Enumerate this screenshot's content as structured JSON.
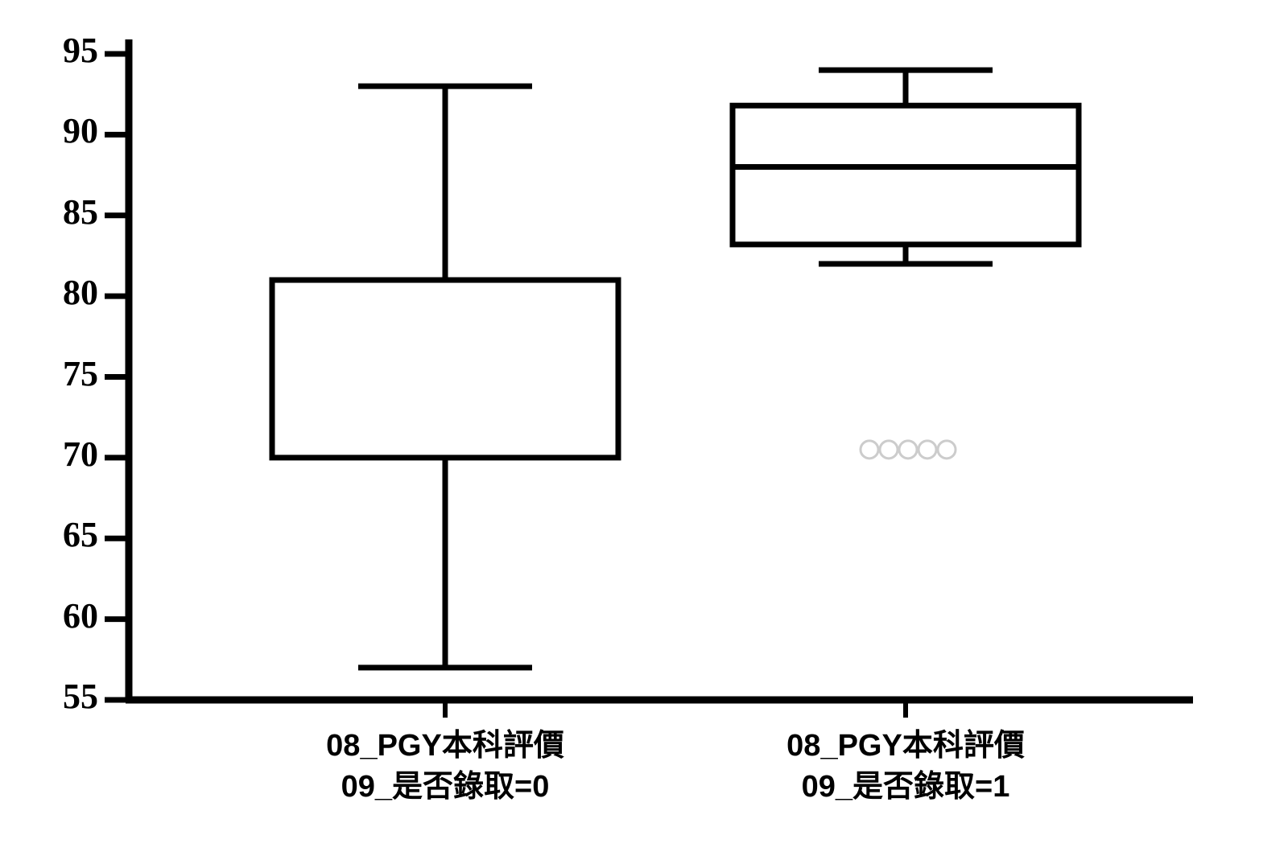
{
  "chart_data": {
    "type": "box",
    "title": "",
    "xlabel": "",
    "ylabel": "",
    "ylim": [
      55,
      95
    ],
    "y_ticks": [
      95,
      90,
      85,
      80,
      75,
      70,
      65,
      60,
      55
    ],
    "grid": false,
    "legend": "none",
    "categories": [
      "08_PGY本科評價\n09_是否錄取=0",
      "08_PGY本科評價\n09_是否錄取=1"
    ],
    "boxes": [
      {
        "category": "08_PGY本科評價 09_是否錄取=0",
        "label_line1": "08_PGY本科評價",
        "label_line2": "09_是否錄取=0",
        "whisker_low": 57,
        "q1": 70,
        "median": 70,
        "q3": 81,
        "whisker_high": 93,
        "outliers": []
      },
      {
        "category": "08_PGY本科評價 09_是否錄取=1",
        "label_line1": "08_PGY本科評價",
        "label_line2": "09_是否錄取=1",
        "whisker_low": 82,
        "q1": 83.2,
        "median": 88,
        "q3": 91.8,
        "whisker_high": 94,
        "outliers": []
      }
    ],
    "marks": {
      "watermark_circles": {
        "count": 5,
        "color": "#cccccc",
        "value_y": 70.5
      }
    },
    "colors": {
      "axis": "#000000",
      "box_stroke": "#000000",
      "box_fill": "#ffffff",
      "background": "#ffffff",
      "watermark": "#cccccc"
    }
  },
  "axis": {
    "tick_labels": [
      "95",
      "90",
      "85",
      "80",
      "75",
      "70",
      "65",
      "60",
      "55"
    ]
  }
}
